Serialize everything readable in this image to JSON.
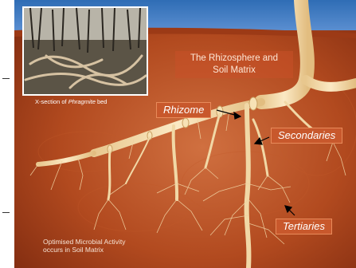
{
  "diagram": {
    "title_line1": "The Rhizosphere and",
    "title_line2": "Soil Matrix",
    "photo_caption_prefix": "X-section of ",
    "photo_caption_italic": "Phragmite",
    "photo_caption_suffix": " bed",
    "labels": {
      "rhizome": "Rhizome",
      "secondaries": "Secondaries",
      "tertiaries": "Tertiaries"
    },
    "footer_line1": "Optimised Microbial Activity",
    "footer_line2": "occurs in Soil Matrix"
  },
  "colors": {
    "soil_dark": "#8a2e10",
    "soil_mid": "#b4491c",
    "soil_light": "#cf6a35",
    "root": "#f4d9a8",
    "label_plate": "#c8582c",
    "border_blue": "#2f6db5"
  }
}
